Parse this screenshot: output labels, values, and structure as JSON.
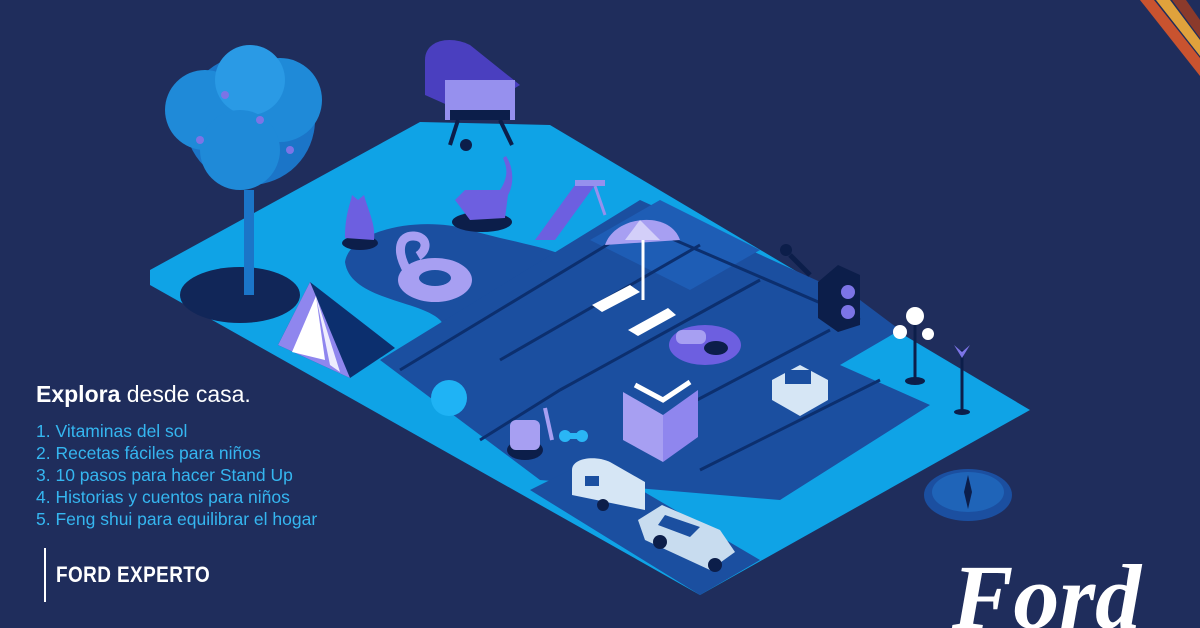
{
  "headline": {
    "strong": "Explora",
    "rest": " desde casa."
  },
  "topics": [
    "1. Vitaminas del sol",
    "2. Recetas fáciles para niños",
    "3. 10 pasos para hacer Stand Up",
    "4. Historias y cuentos para niños",
    "5. Feng shui para equilibrar el hogar"
  ],
  "brand": {
    "name": "FORD EXPERTO",
    "logo": "Ford"
  },
  "icons": [
    "tree-icon",
    "grill-icon",
    "cat-icon",
    "flamingo-float-icon",
    "slide-icon",
    "umbrella-icon",
    "lounge-chair-icon",
    "tent-icon",
    "ball-icon",
    "book-icon",
    "exercise-bike-icon",
    "dumbbell-icon",
    "caravan-icon",
    "car-icon",
    "microphone-icon",
    "speaker-icon",
    "flower-icon",
    "stove-icon",
    "rug-icon",
    "ford-logo-icon"
  ],
  "colors": {
    "background": "#1f2d5c",
    "lawn": "#0fa3e6",
    "floor": "#1b4fa0",
    "accent_purple": "#7c74e6",
    "text": "#ffffff",
    "list_text": "#35b6f0"
  }
}
